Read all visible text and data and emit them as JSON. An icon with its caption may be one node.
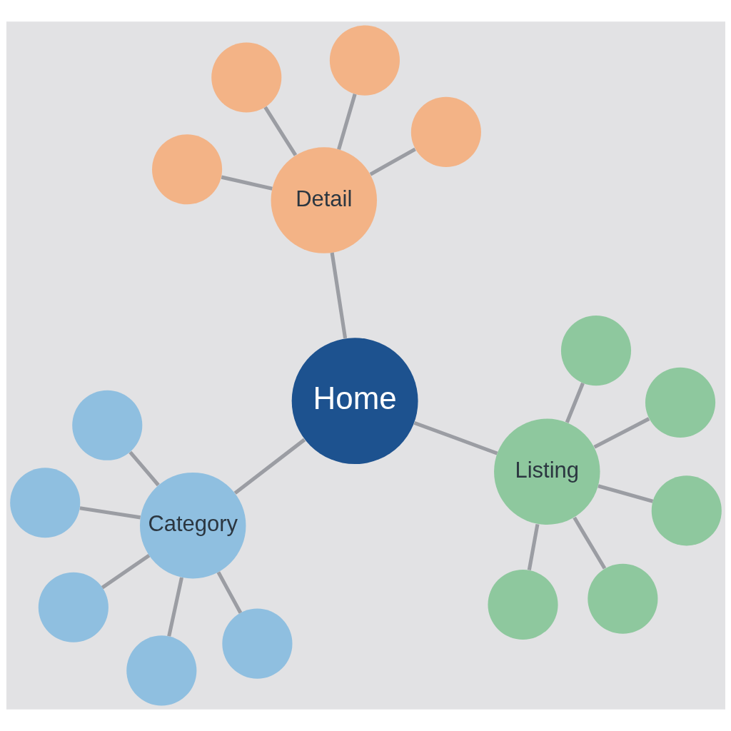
{
  "diagram": {
    "nodes": [
      {
        "text": [
          "Category"
        ]
      },
      {
        "text": [
          "Listing"
        ]
      },
      {
        "text": [
          "Home"
        ]
      },
      {
        "text": [
          "Detail"
        ]
      },
      {
        "text": [],
        "shape": "circle"
      },
      {
        "text": [],
        "shape": "circle"
      },
      {
        "text": [],
        "shape": "circle"
      },
      {
        "text": [],
        "shape": "circle"
      },
      {
        "text": [],
        "shape": "circle"
      },
      {
        "text": [],
        "shape": "circle"
      },
      {
        "text": [],
        "shape": "circle"
      },
      {
        "text": [],
        "shape": "circle"
      },
      {
        "text": [],
        "shape": "circle"
      },
      {
        "text": [],
        "shape": "circle"
      },
      {
        "text": [],
        "shape": "circle"
      },
      {
        "text": [],
        "shape": "circle"
      },
      {
        "text": [],
        "shape": "circle"
      },
      {
        "text": [],
        "shape": "circle"
      }
    ],
    "edges": [
      {
        "from": 2,
        "to": 0,
        "arrow": "none"
      },
      {
        "from": 2,
        "to": 1,
        "arrow": "none"
      },
      {
        "from": 2,
        "to": 3,
        "arrow": "none"
      },
      {
        "from": 0,
        "to": 4,
        "arrow": "none"
      },
      {
        "from": 0,
        "to": 5,
        "arrow": "none"
      },
      {
        "from": 0,
        "to": 6,
        "arrow": "none"
      },
      {
        "from": 0,
        "to": 7,
        "arrow": "none"
      },
      {
        "from": 0,
        "to": 8,
        "arrow": "none"
      },
      {
        "from": 1,
        "to": 9,
        "arrow": "none"
      },
      {
        "from": 1,
        "to": 10,
        "arrow": "none"
      },
      {
        "from": 1,
        "to": 11,
        "arrow": "none"
      },
      {
        "from": 1,
        "to": 12,
        "arrow": "none"
      },
      {
        "from": 1,
        "to": 13,
        "arrow": "none"
      },
      {
        "from": 3,
        "to": 14,
        "arrow": "none"
      },
      {
        "from": 3,
        "to": 15,
        "arrow": "none"
      },
      {
        "from": 3,
        "to": 16,
        "arrow": "none"
      },
      {
        "from": 3,
        "to": 17,
        "arrow": "none"
      }
    ]
  }
}
